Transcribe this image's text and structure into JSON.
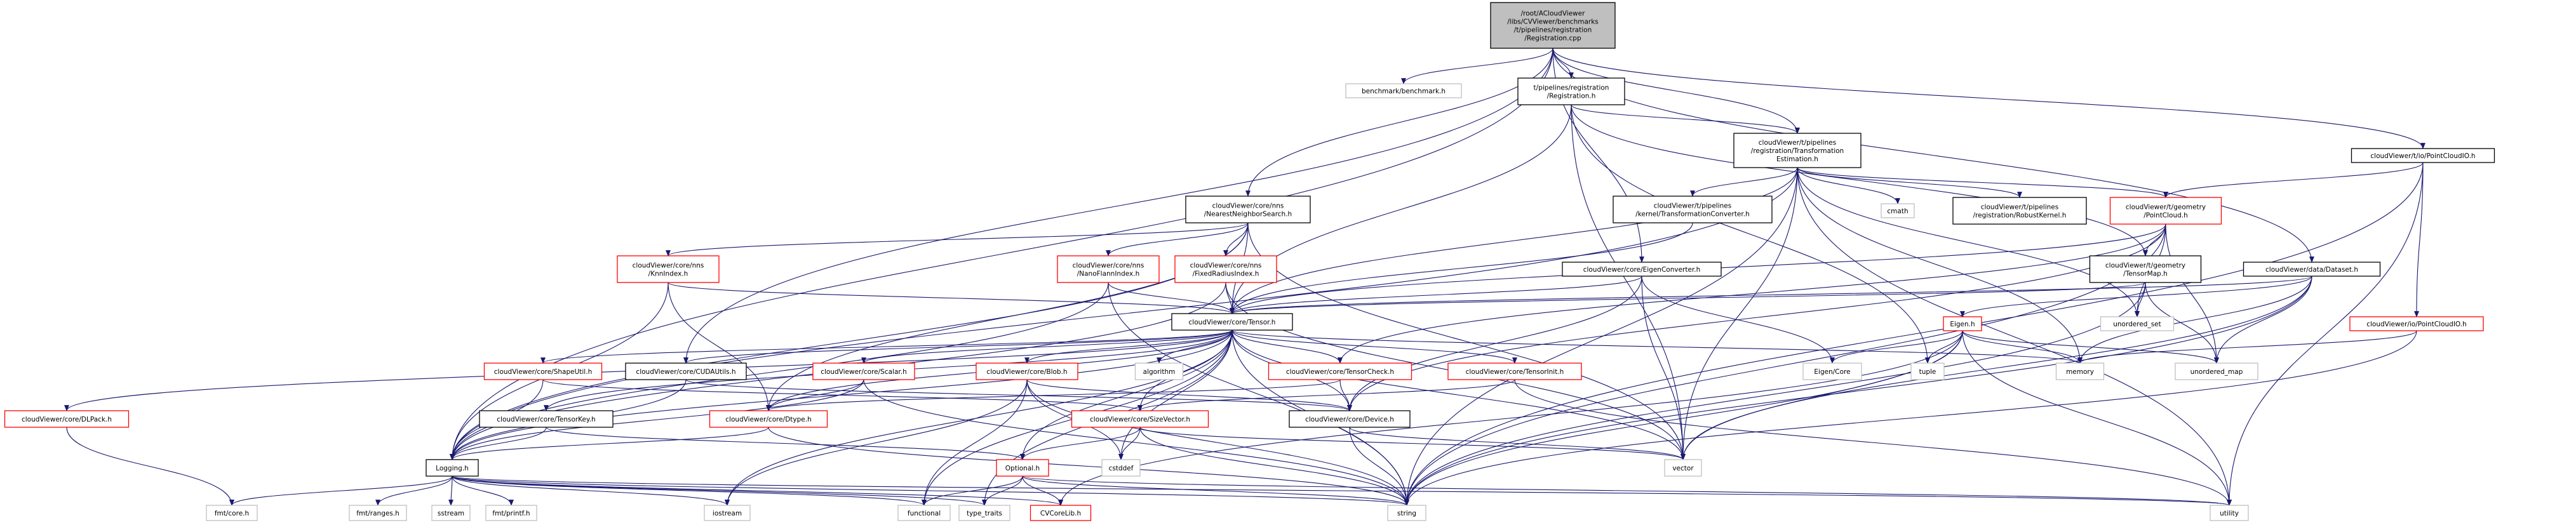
{
  "graph": {
    "title": "Include dependency graph for Registration.cpp",
    "colors": {
      "edge": "#191970",
      "root_fill": "#bfbfbf",
      "root_stroke": "#000000",
      "documented_stroke": "#000000",
      "truncated_stroke": "#ff0000",
      "external_stroke": "#bfbfbf",
      "node_fill": "#ffffff"
    },
    "nodes": [
      {
        "id": "root",
        "kind": "root",
        "lines": [
          "/root/ACloudViewer",
          "/libs/CVViewer/benchmarks",
          "/t/pipelines/registration",
          "/Registration.cpp"
        ]
      },
      {
        "id": "benchmark",
        "kind": "external",
        "lines": [
          "benchmark/benchmark.h"
        ]
      },
      {
        "id": "reg_h",
        "kind": "doc",
        "lines": [
          "t/pipelines/registration",
          "/Registration.h"
        ]
      },
      {
        "id": "transest",
        "kind": "doc",
        "lines": [
          "cloudViewer/t/pipelines",
          "/registration/Transformation",
          "Estimation.h"
        ]
      },
      {
        "id": "pcio_t",
        "kind": "doc",
        "lines": [
          "cloudViewer/t/io/PointCloudIO.h"
        ]
      },
      {
        "id": "nns",
        "kind": "doc",
        "lines": [
          "cloudViewer/core/nns",
          "/NearestNeighborSearch.h"
        ]
      },
      {
        "id": "kernelconv",
        "kind": "doc",
        "lines": [
          "cloudViewer/t/pipelines",
          "/kernel/TransformationConverter.h"
        ]
      },
      {
        "id": "cmath",
        "kind": "external",
        "lines": [
          "cmath"
        ]
      },
      {
        "id": "robust",
        "kind": "doc",
        "lines": [
          "cloudViewer/t/pipelines",
          "/registration/RobustKernel.h"
        ]
      },
      {
        "id": "tpointcloud",
        "kind": "truncated",
        "lines": [
          "cloudViewer/t/geometry",
          "/PointCloud.h"
        ]
      },
      {
        "id": "knn",
        "kind": "truncated",
        "lines": [
          "cloudViewer/core/nns",
          "/KnnIndex.h"
        ]
      },
      {
        "id": "nanoflann",
        "kind": "truncated",
        "lines": [
          "cloudViewer/core/nns",
          "/NanoFlannIndex.h"
        ]
      },
      {
        "id": "fixedradius",
        "kind": "truncated",
        "lines": [
          "cloudViewer/core/nns",
          "/FixedRadiusIndex.h"
        ]
      },
      {
        "id": "eigenconv",
        "kind": "doc",
        "lines": [
          "cloudViewer/core/EigenConverter.h"
        ]
      },
      {
        "id": "tensormap",
        "kind": "doc",
        "lines": [
          "cloudViewer/t/geometry",
          "/TensorMap.h"
        ]
      },
      {
        "id": "dataset",
        "kind": "doc",
        "lines": [
          "cloudViewer/data/Dataset.h"
        ]
      },
      {
        "id": "tensor",
        "kind": "doc",
        "lines": [
          "cloudViewer/core/Tensor.h"
        ]
      },
      {
        "id": "eigen_h",
        "kind": "truncated",
        "lines": [
          "Eigen.h"
        ]
      },
      {
        "id": "unordered_set",
        "kind": "external",
        "lines": [
          "unordered_set"
        ]
      },
      {
        "id": "pcio",
        "kind": "truncated",
        "lines": [
          "cloudViewer/io/PointCloudIO.h"
        ]
      },
      {
        "id": "shapeutil",
        "kind": "truncated",
        "lines": [
          "cloudViewer/core/ShapeUtil.h"
        ]
      },
      {
        "id": "cudautils",
        "kind": "doc",
        "lines": [
          "cloudViewer/core/CUDAUtils.h"
        ]
      },
      {
        "id": "scalar",
        "kind": "truncated",
        "lines": [
          "cloudViewer/core/Scalar.h"
        ]
      },
      {
        "id": "blob",
        "kind": "truncated",
        "lines": [
          "cloudViewer/core/Blob.h"
        ]
      },
      {
        "id": "algorithm",
        "kind": "external",
        "lines": [
          "algorithm"
        ]
      },
      {
        "id": "tensorcheck",
        "kind": "truncated",
        "lines": [
          "cloudViewer/core/TensorCheck.h"
        ]
      },
      {
        "id": "tensorinit",
        "kind": "truncated",
        "lines": [
          "cloudViewer/core/TensorInit.h"
        ]
      },
      {
        "id": "eigencore",
        "kind": "external",
        "lines": [
          "Eigen/Core"
        ]
      },
      {
        "id": "tuple",
        "kind": "external",
        "lines": [
          "tuple"
        ]
      },
      {
        "id": "memory",
        "kind": "external",
        "lines": [
          "memory"
        ]
      },
      {
        "id": "unordered_map",
        "kind": "external",
        "lines": [
          "unordered_map"
        ]
      },
      {
        "id": "dlpack",
        "kind": "truncated",
        "lines": [
          "cloudViewer/core/DLPack.h"
        ]
      },
      {
        "id": "tensorkey",
        "kind": "doc",
        "lines": [
          "cloudViewer/core/TensorKey.h"
        ]
      },
      {
        "id": "dtype",
        "kind": "truncated",
        "lines": [
          "cloudViewer/core/Dtype.h"
        ]
      },
      {
        "id": "sizevector",
        "kind": "truncated",
        "lines": [
          "cloudViewer/core/SizeVector.h"
        ]
      },
      {
        "id": "device",
        "kind": "doc",
        "lines": [
          "cloudViewer/core/Device.h"
        ]
      },
      {
        "id": "logging",
        "kind": "doc",
        "lines": [
          "Logging.h"
        ]
      },
      {
        "id": "optional",
        "kind": "truncated",
        "lines": [
          "Optional.h"
        ]
      },
      {
        "id": "cstddef",
        "kind": "external",
        "lines": [
          "cstddef"
        ]
      },
      {
        "id": "vector",
        "kind": "external",
        "lines": [
          "vector"
        ]
      },
      {
        "id": "fmtcore",
        "kind": "external",
        "lines": [
          "fmt/core.h"
        ]
      },
      {
        "id": "fmtranges",
        "kind": "external",
        "lines": [
          "fmt/ranges.h"
        ]
      },
      {
        "id": "sstream",
        "kind": "external",
        "lines": [
          "sstream"
        ]
      },
      {
        "id": "fmtprintf",
        "kind": "external",
        "lines": [
          "fmt/printf.h"
        ]
      },
      {
        "id": "iostream",
        "kind": "external",
        "lines": [
          "iostream"
        ]
      },
      {
        "id": "functional",
        "kind": "external",
        "lines": [
          "functional"
        ]
      },
      {
        "id": "type_traits",
        "kind": "external",
        "lines": [
          "type_traits"
        ]
      },
      {
        "id": "cvcorelib",
        "kind": "truncated",
        "lines": [
          "CVCoreLib.h"
        ]
      },
      {
        "id": "string",
        "kind": "external",
        "lines": [
          "string"
        ]
      },
      {
        "id": "utility",
        "kind": "external",
        "lines": [
          "utility"
        ]
      }
    ],
    "edges": [
      [
        "root",
        "benchmark"
      ],
      [
        "root",
        "reg_h"
      ],
      [
        "root",
        "transest"
      ],
      [
        "root",
        "pcio_t"
      ],
      [
        "root",
        "nns"
      ],
      [
        "root",
        "eigenconv"
      ],
      [
        "root",
        "cudautils"
      ],
      [
        "root",
        "dataset"
      ],
      [
        "root",
        "logging"
      ],
      [
        "reg_h",
        "transest"
      ],
      [
        "reg_h",
        "tensor"
      ],
      [
        "reg_h",
        "tensormap"
      ],
      [
        "reg_h",
        "tuple"
      ],
      [
        "reg_h",
        "vector"
      ],
      [
        "transest",
        "kernelconv"
      ],
      [
        "transest",
        "cmath"
      ],
      [
        "transest",
        "robust"
      ],
      [
        "transest",
        "tpointcloud"
      ],
      [
        "transest",
        "tensor"
      ],
      [
        "transest",
        "logging"
      ],
      [
        "transest",
        "memory"
      ],
      [
        "transest",
        "vector"
      ],
      [
        "transest",
        "unordered_set"
      ],
      [
        "transest",
        "string"
      ],
      [
        "transest",
        "utility"
      ],
      [
        "pcio_t",
        "tpointcloud"
      ],
      [
        "pcio_t",
        "pcio"
      ],
      [
        "pcio_t",
        "string"
      ],
      [
        "pcio_t",
        "utility"
      ],
      [
        "nns",
        "knn"
      ],
      [
        "nns",
        "nanoflann"
      ],
      [
        "nns",
        "fixedradius"
      ],
      [
        "nns",
        "tensor"
      ],
      [
        "nns",
        "dtype"
      ],
      [
        "nns",
        "logging"
      ],
      [
        "nns",
        "vector"
      ],
      [
        "kernelconv",
        "tensor"
      ],
      [
        "tpointcloud",
        "tensor"
      ],
      [
        "tpointcloud",
        "tensormap"
      ],
      [
        "tpointcloud",
        "tensorcheck"
      ],
      [
        "tpointcloud",
        "unordered_set"
      ],
      [
        "tpointcloud",
        "unordered_map"
      ],
      [
        "tpointcloud",
        "string"
      ],
      [
        "tpointcloud",
        "device"
      ],
      [
        "knn",
        "tensor"
      ],
      [
        "knn",
        "dtype"
      ],
      [
        "knn",
        "logging"
      ],
      [
        "nanoflann",
        "tensor"
      ],
      [
        "nanoflann",
        "logging"
      ],
      [
        "nanoflann",
        "string"
      ],
      [
        "fixedradius",
        "tensor"
      ],
      [
        "fixedradius",
        "logging"
      ],
      [
        "fixedradius",
        "vector"
      ],
      [
        "eigenconv",
        "tensor"
      ],
      [
        "eigenconv",
        "eigencore"
      ],
      [
        "eigenconv",
        "vector"
      ],
      [
        "eigenconv",
        "device"
      ],
      [
        "tensormap",
        "tensor"
      ],
      [
        "tensormap",
        "unordered_set"
      ],
      [
        "tensormap",
        "unordered_map"
      ],
      [
        "tensormap",
        "string"
      ],
      [
        "dataset",
        "eigen_h"
      ],
      [
        "dataset",
        "tensor"
      ],
      [
        "dataset",
        "unordered_map"
      ],
      [
        "dataset",
        "vector"
      ],
      [
        "dataset",
        "string"
      ],
      [
        "dataset",
        "memory"
      ],
      [
        "tensor",
        "shapeutil"
      ],
      [
        "tensor",
        "cudautils"
      ],
      [
        "tensor",
        "scalar"
      ],
      [
        "tensor",
        "blob"
      ],
      [
        "tensor",
        "algorithm"
      ],
      [
        "tensor",
        "tensorcheck"
      ],
      [
        "tensor",
        "tensorinit"
      ],
      [
        "tensor",
        "dlpack"
      ],
      [
        "tensor",
        "tensorkey"
      ],
      [
        "tensor",
        "dtype"
      ],
      [
        "tensor",
        "sizevector"
      ],
      [
        "tensor",
        "device"
      ],
      [
        "tensor",
        "memory"
      ],
      [
        "tensor",
        "string"
      ],
      [
        "tensor",
        "vector"
      ],
      [
        "tensor",
        "logging"
      ],
      [
        "tensor",
        "optional"
      ],
      [
        "tensor",
        "cstddef"
      ],
      [
        "tensor",
        "iostream"
      ],
      [
        "tensor",
        "type_traits"
      ],
      [
        "tensor",
        "functional"
      ],
      [
        "eigen_h",
        "eigencore"
      ],
      [
        "eigen_h",
        "tuple"
      ],
      [
        "eigen_h",
        "memory"
      ],
      [
        "eigen_h",
        "unordered_map"
      ],
      [
        "eigen_h",
        "vector"
      ],
      [
        "eigen_h",
        "string"
      ],
      [
        "eigen_h",
        "utility"
      ],
      [
        "eigen_h",
        "cvcorelib"
      ],
      [
        "pcio",
        "memory"
      ],
      [
        "pcio",
        "string"
      ],
      [
        "shapeutil",
        "logging"
      ],
      [
        "shapeutil",
        "sizevector"
      ],
      [
        "cudautils",
        "logging"
      ],
      [
        "cudautils",
        "device"
      ],
      [
        "scalar",
        "dtype"
      ],
      [
        "scalar",
        "logging"
      ],
      [
        "scalar",
        "string"
      ],
      [
        "blob",
        "device"
      ],
      [
        "blob",
        "functional"
      ],
      [
        "blob",
        "iostream"
      ],
      [
        "blob",
        "string"
      ],
      [
        "blob",
        "cstddef"
      ],
      [
        "tensorcheck",
        "dtype"
      ],
      [
        "tensorcheck",
        "device"
      ],
      [
        "tensorinit",
        "sizevector"
      ],
      [
        "tensorinit",
        "utility"
      ],
      [
        "dlpack",
        "fmtcore"
      ],
      [
        "tensorkey",
        "logging"
      ],
      [
        "tensorkey",
        "optional"
      ],
      [
        "dtype",
        "logging"
      ],
      [
        "dtype",
        "string"
      ],
      [
        "sizevector",
        "optional"
      ],
      [
        "sizevector",
        "cstddef"
      ],
      [
        "sizevector",
        "vector"
      ],
      [
        "sizevector",
        "string"
      ],
      [
        "device",
        "string"
      ],
      [
        "device",
        "vector"
      ],
      [
        "logging",
        "fmtcore"
      ],
      [
        "logging",
        "fmtranges"
      ],
      [
        "logging",
        "sstream"
      ],
      [
        "logging",
        "fmtprintf"
      ],
      [
        "logging",
        "iostream"
      ],
      [
        "logging",
        "functional"
      ],
      [
        "logging",
        "type_traits"
      ],
      [
        "logging",
        "cvcorelib"
      ],
      [
        "logging",
        "string"
      ],
      [
        "logging",
        "utility"
      ],
      [
        "optional",
        "functional"
      ],
      [
        "optional",
        "type_traits"
      ],
      [
        "optional",
        "cvcorelib"
      ],
      [
        "optional",
        "string"
      ],
      [
        "optional",
        "utility"
      ]
    ]
  }
}
